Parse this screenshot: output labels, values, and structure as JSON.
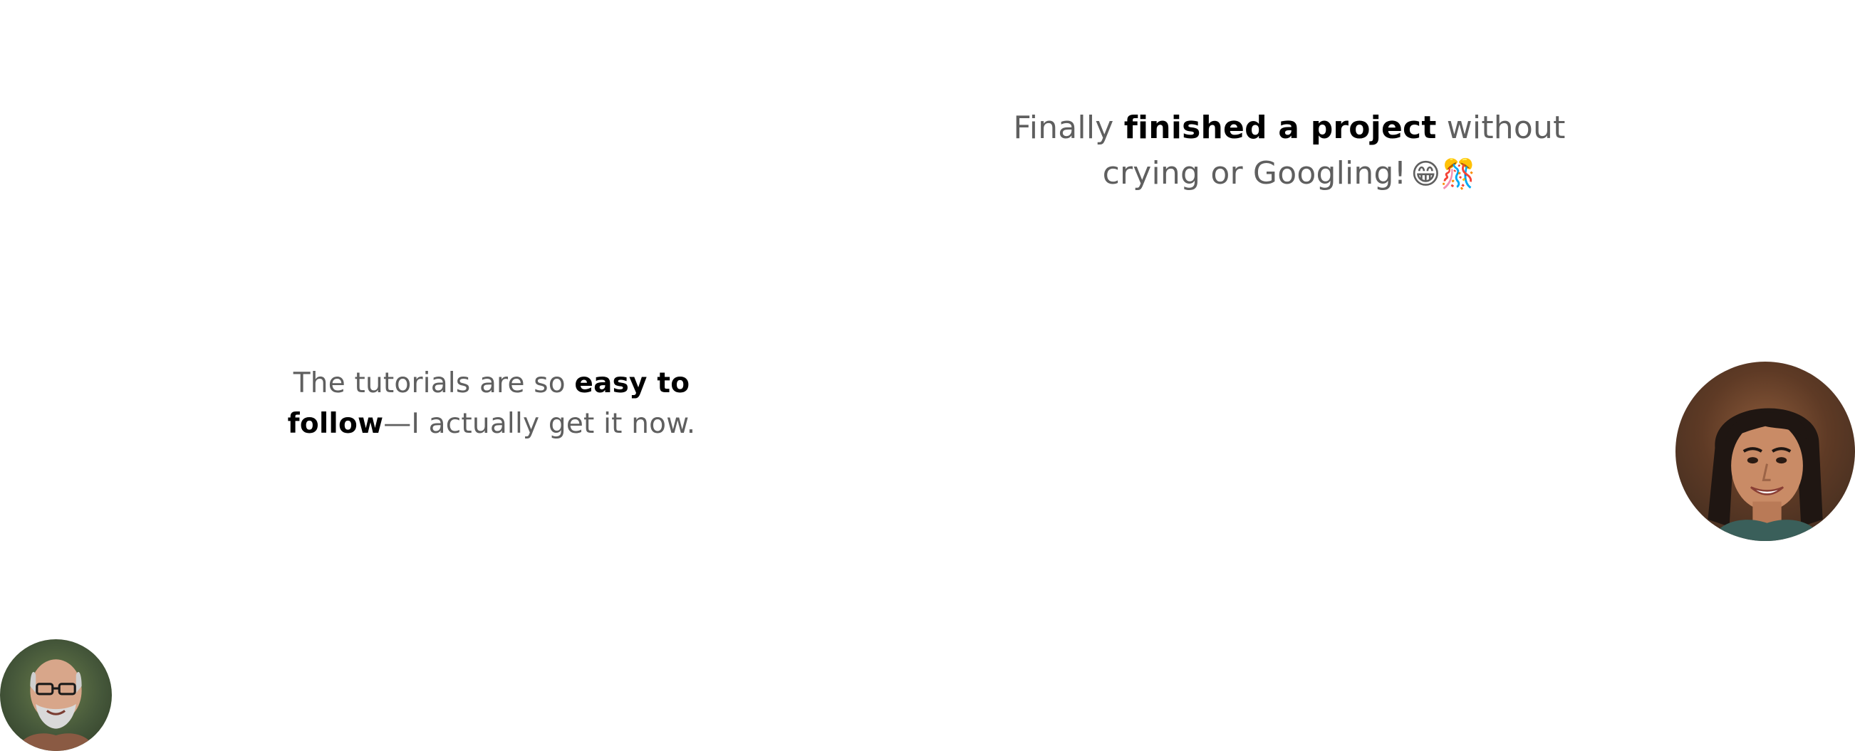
{
  "testimonials": [
    {
      "pre": "Finally ",
      "bold": "finished a project",
      "post_line1": " without",
      "line2": "crying or Googling!",
      "emoji": "😁🎊"
    },
    {
      "pre": "The tutorials are so ",
      "bold": "easy to",
      "bold2": "follow",
      "post": "—I actually get it now."
    }
  ],
  "avatars": [
    {
      "icon": "woman-avatar-photo"
    },
    {
      "icon": "man-avatar-photo"
    }
  ],
  "colors": {
    "body_text": "#5f5f5f",
    "bold_text": "#000000",
    "background": "#ffffff"
  }
}
